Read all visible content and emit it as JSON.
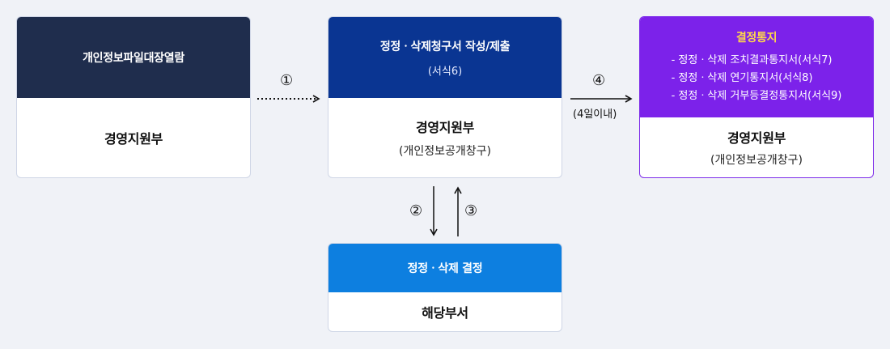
{
  "boxes": {
    "view_request": {
      "header": "개인정보파일대장열람",
      "body_main": "경영지원부"
    },
    "correction_request": {
      "header": "정정ㆍ삭제청구서 작성/제출",
      "header_sub": "(서식6)",
      "body_main": "경영지원부",
      "body_sub": "(개인정보공개창구)"
    },
    "decision_notice": {
      "header": "결정통지",
      "items": [
        "- 정정ㆍ삭제 조치결과통지서(서식7)",
        "- 정정ㆍ삭제 연기통지서(서식8)",
        "- 정정ㆍ삭제 거부등결정통지서(서식9)"
      ],
      "body_main": "경영지원부",
      "body_sub": "(개인정보공개창구)"
    },
    "decision": {
      "header": "정정ㆍ삭제 결정",
      "body_main": "해당부서"
    }
  },
  "steps": {
    "s1": "①",
    "s2": "②",
    "s3": "③",
    "s4": "④",
    "s4_note": "(4일이내)"
  },
  "colors": {
    "navy": "#1f2d4d",
    "blue_dark": "#0a3592",
    "blue_light": "#0d7fe0",
    "purple": "#7c22ea",
    "yellow": "#ffd84a"
  }
}
